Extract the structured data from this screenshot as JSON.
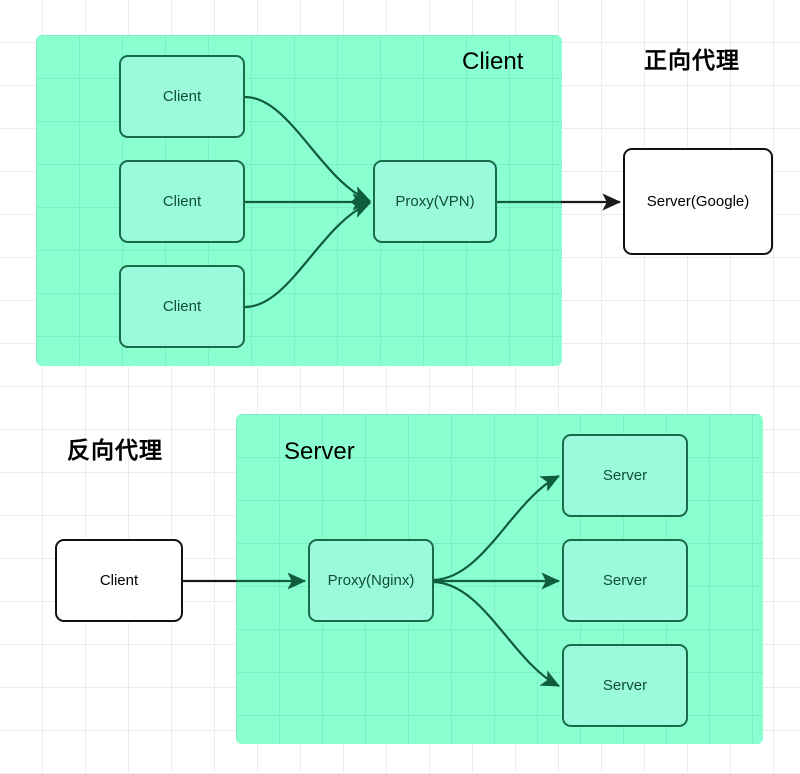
{
  "diagram": {
    "title_forward": "正向代理",
    "title_reverse": "反向代理",
    "colors": {
      "panel_fill": "#8affd0",
      "node_green_fill": "#9bfadc",
      "node_green_stroke": "#1a6b4a",
      "node_white_fill": "#ffffff",
      "node_white_stroke": "#111111",
      "edge_green": "#0f5c3f",
      "edge_black": "#1a1a1a",
      "grid_line": "#ececec",
      "background": "#ffffff"
    }
  },
  "forward_proxy": {
    "zone_label": "Client",
    "section_label": "正向代理",
    "clients": [
      {
        "label": "Client"
      },
      {
        "label": "Client"
      },
      {
        "label": "Client"
      }
    ],
    "proxy": {
      "label": "Proxy(VPN)"
    },
    "destination": {
      "label": "Server(Google)"
    }
  },
  "reverse_proxy": {
    "section_label": "反向代理",
    "zone_label": "Server",
    "client": {
      "label": "Client"
    },
    "proxy": {
      "label": "Proxy(Nginx)"
    },
    "servers": [
      {
        "label": "Server"
      },
      {
        "label": "Server"
      },
      {
        "label": "Server"
      }
    ]
  }
}
